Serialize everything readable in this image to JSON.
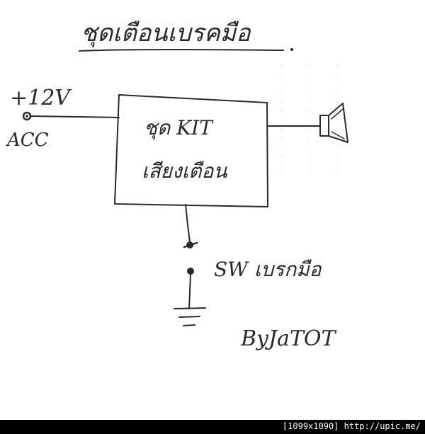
{
  "diagram": {
    "title": "ชุดเตือนเบรคมือ",
    "power_label": "+12V",
    "acc_label": "ACC",
    "kit_line1": "ชุด KIT",
    "kit_line2": "เสียงเตือน",
    "switch_label": "SW เบรกมือ",
    "author": "ByJaTOT"
  },
  "footer": {
    "caption": "[1099x1090] http://upic.me/"
  },
  "colors": {
    "ink": "#2a2a2a",
    "paper": "#ffffff",
    "footer_bg": "#000000",
    "footer_text": "#ffffff"
  },
  "icons": [
    "speaker-icon",
    "ground-icon",
    "switch-icon"
  ]
}
